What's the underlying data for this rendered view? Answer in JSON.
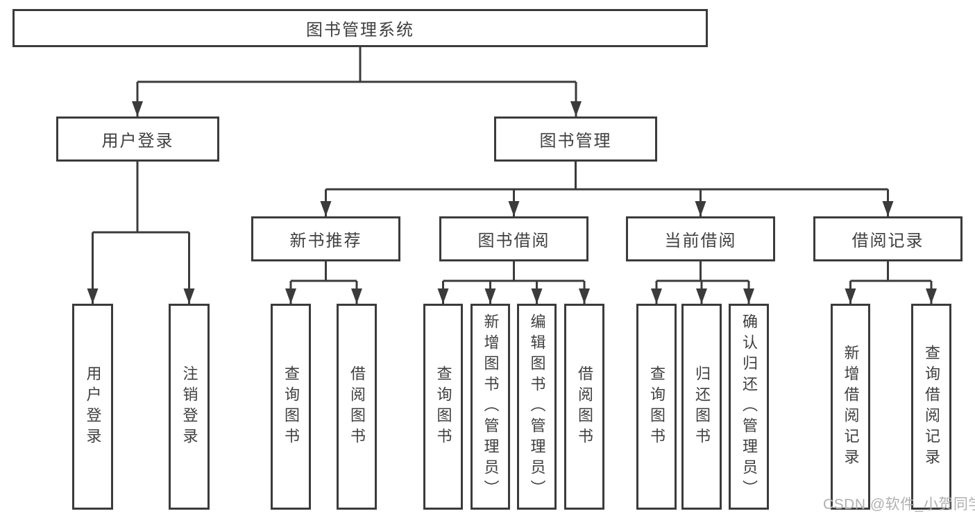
{
  "tree": {
    "root": {
      "label": "图书管理系统"
    },
    "level2": [
      {
        "label": "用户登录",
        "children": [
          {
            "label": "用户登录"
          },
          {
            "label": "注销登录"
          }
        ]
      },
      {
        "label": "图书管理",
        "children": [
          {
            "label": "新书推荐",
            "children": [
              {
                "label": "查询图书"
              },
              {
                "label": "借阅图书"
              }
            ]
          },
          {
            "label": "图书借阅",
            "children": [
              {
                "label": "查询图书"
              },
              {
                "label": "新增图书（管理员）"
              },
              {
                "label": "编辑图书（管理员）"
              },
              {
                "label": "借阅图书"
              }
            ]
          },
          {
            "label": "当前借阅",
            "children": [
              {
                "label": "查询图书"
              },
              {
                "label": "归还图书"
              },
              {
                "label": "确认归还（管理员）"
              }
            ]
          },
          {
            "label": "借阅记录",
            "children": [
              {
                "label": "新增借阅记录"
              },
              {
                "label": "查询借阅记录"
              }
            ]
          }
        ]
      }
    ]
  },
  "watermark": {
    "text": "CSDN @软件_小贺同学"
  },
  "colors": {
    "line": "#3b3b3b",
    "text": "#3f3f3f",
    "watermark_gray": "#b0b0b0",
    "background": "#ffffff"
  }
}
